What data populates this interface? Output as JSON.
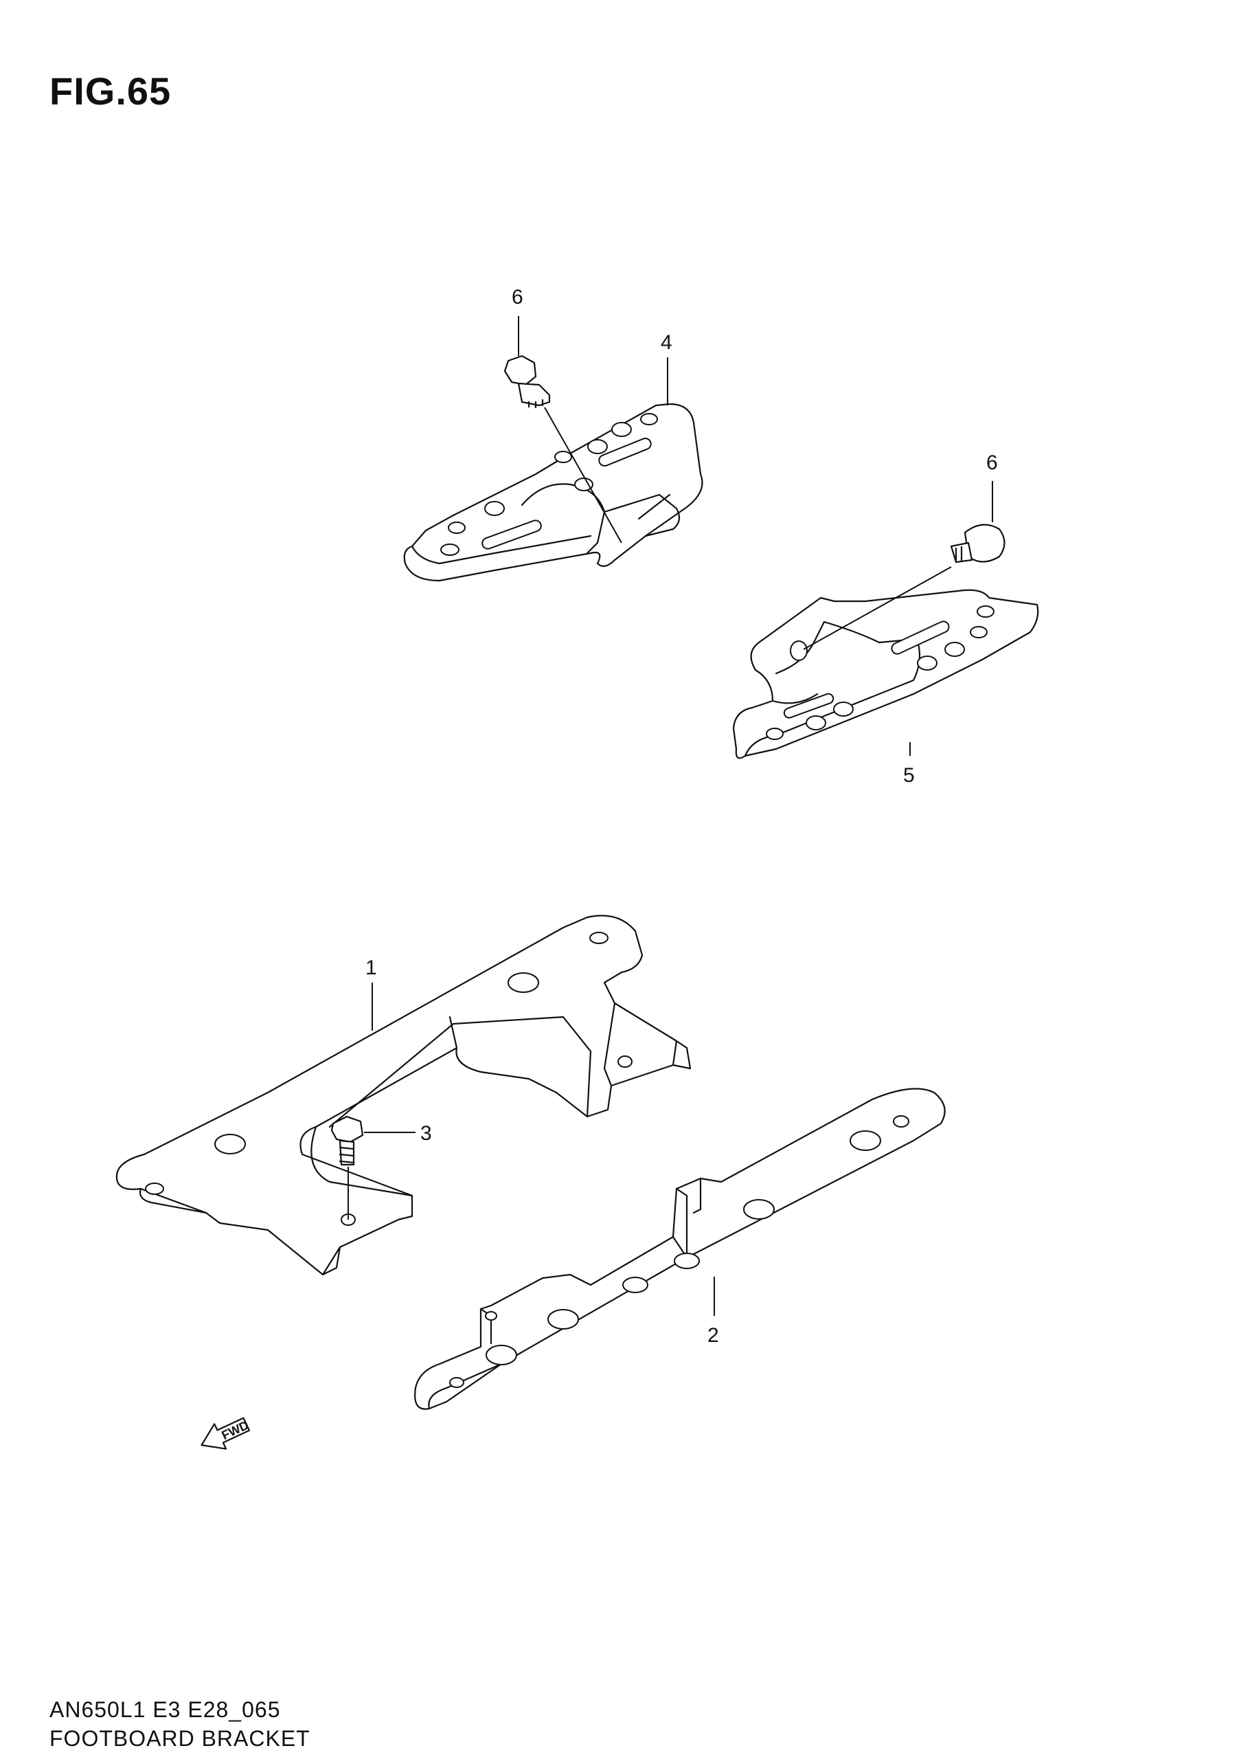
{
  "figure": {
    "title": "FIG.65"
  },
  "callouts": [
    {
      "id": "1",
      "label": "1"
    },
    {
      "id": "2",
      "label": "2"
    },
    {
      "id": "3",
      "label": "3"
    },
    {
      "id": "4",
      "label": "4"
    },
    {
      "id": "5",
      "label": "5"
    },
    {
      "id": "6a",
      "label": "6"
    },
    {
      "id": "6b",
      "label": "6"
    }
  ],
  "fwd_marker": {
    "label": "FWD"
  },
  "footer": {
    "code": "AN650L1 E3 E28_065",
    "name": "FOOTBOARD BRACKET"
  }
}
